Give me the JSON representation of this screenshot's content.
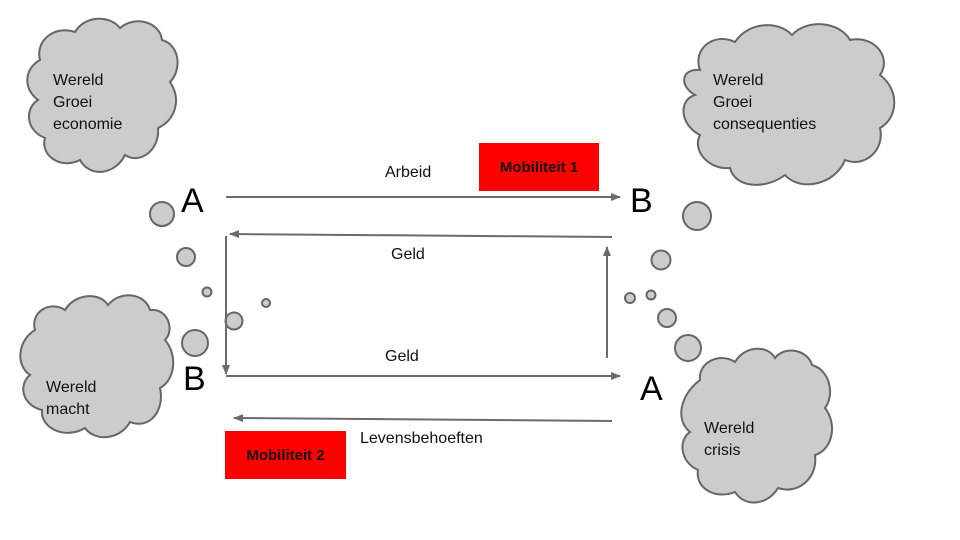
{
  "clouds": [
    {
      "id": "top-left",
      "lines": "Wereld\nGroei\neconomie"
    },
    {
      "id": "top-right",
      "lines": "Wereld\nGroei\nconsequenties"
    },
    {
      "id": "bottom-left",
      "lines": "Wereld\nmacht"
    },
    {
      "id": "bottom-right",
      "lines": "Wereld\ncrisis"
    }
  ],
  "nodes": {
    "top_left": "A",
    "top_right": "B",
    "bottom_left": "B",
    "bottom_right": "A"
  },
  "flows": {
    "arbeid": "Arbeid",
    "geld_top": "Geld",
    "geld_bottom": "Geld",
    "levensbehoeften": "Levensbehoeften"
  },
  "tags": {
    "mobiliteit_1": "Mobiliteit 1",
    "mobiliteit_2": "Mobiliteit 2"
  },
  "colors": {
    "cloud_fill": "#cccccc",
    "cloud_stroke": "#666666",
    "arrow": "#6b6b6b",
    "tag": "#ff0000"
  }
}
